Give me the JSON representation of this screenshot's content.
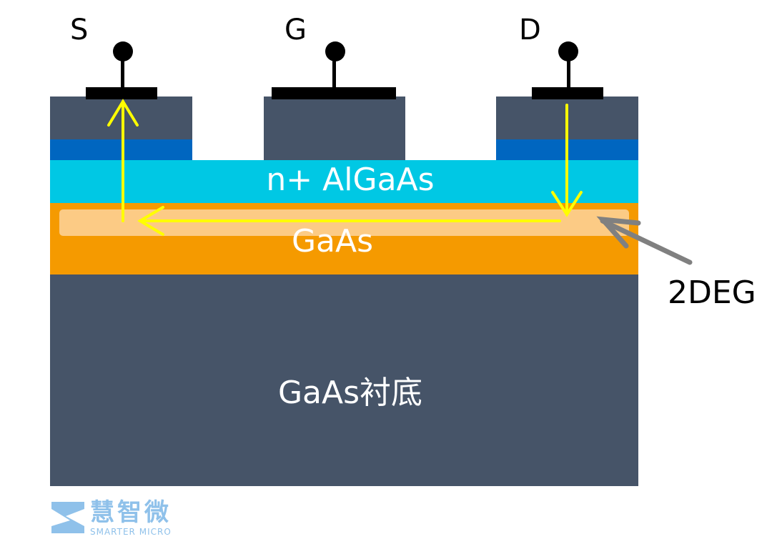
{
  "terminals": [
    {
      "id": "source",
      "label": "S"
    },
    {
      "id": "gate",
      "label": "G"
    },
    {
      "id": "drain",
      "label": "D"
    }
  ],
  "layers": {
    "algaas": {
      "label": "n+ AlGaAs",
      "color": "#00c8e4"
    },
    "gaas": {
      "label": "GaAs",
      "color": "#f59a00"
    },
    "substrate": {
      "label": "GaAs衬底",
      "color": "#465468"
    },
    "cap": {
      "color": "#465468"
    },
    "ohmic_doped": {
      "color": "#0066c0"
    },
    "channel_2deg": {
      "color": "#fccb85"
    }
  },
  "annotations": {
    "twodeg": "2DEG"
  },
  "colors": {
    "current_arrow": "#ffff00",
    "pointer_arrow": "#808080",
    "contact": "#000000"
  },
  "logo": {
    "name": "慧智微",
    "subtitle": "SMARTER MICRO",
    "color": "#8fc1ea"
  }
}
